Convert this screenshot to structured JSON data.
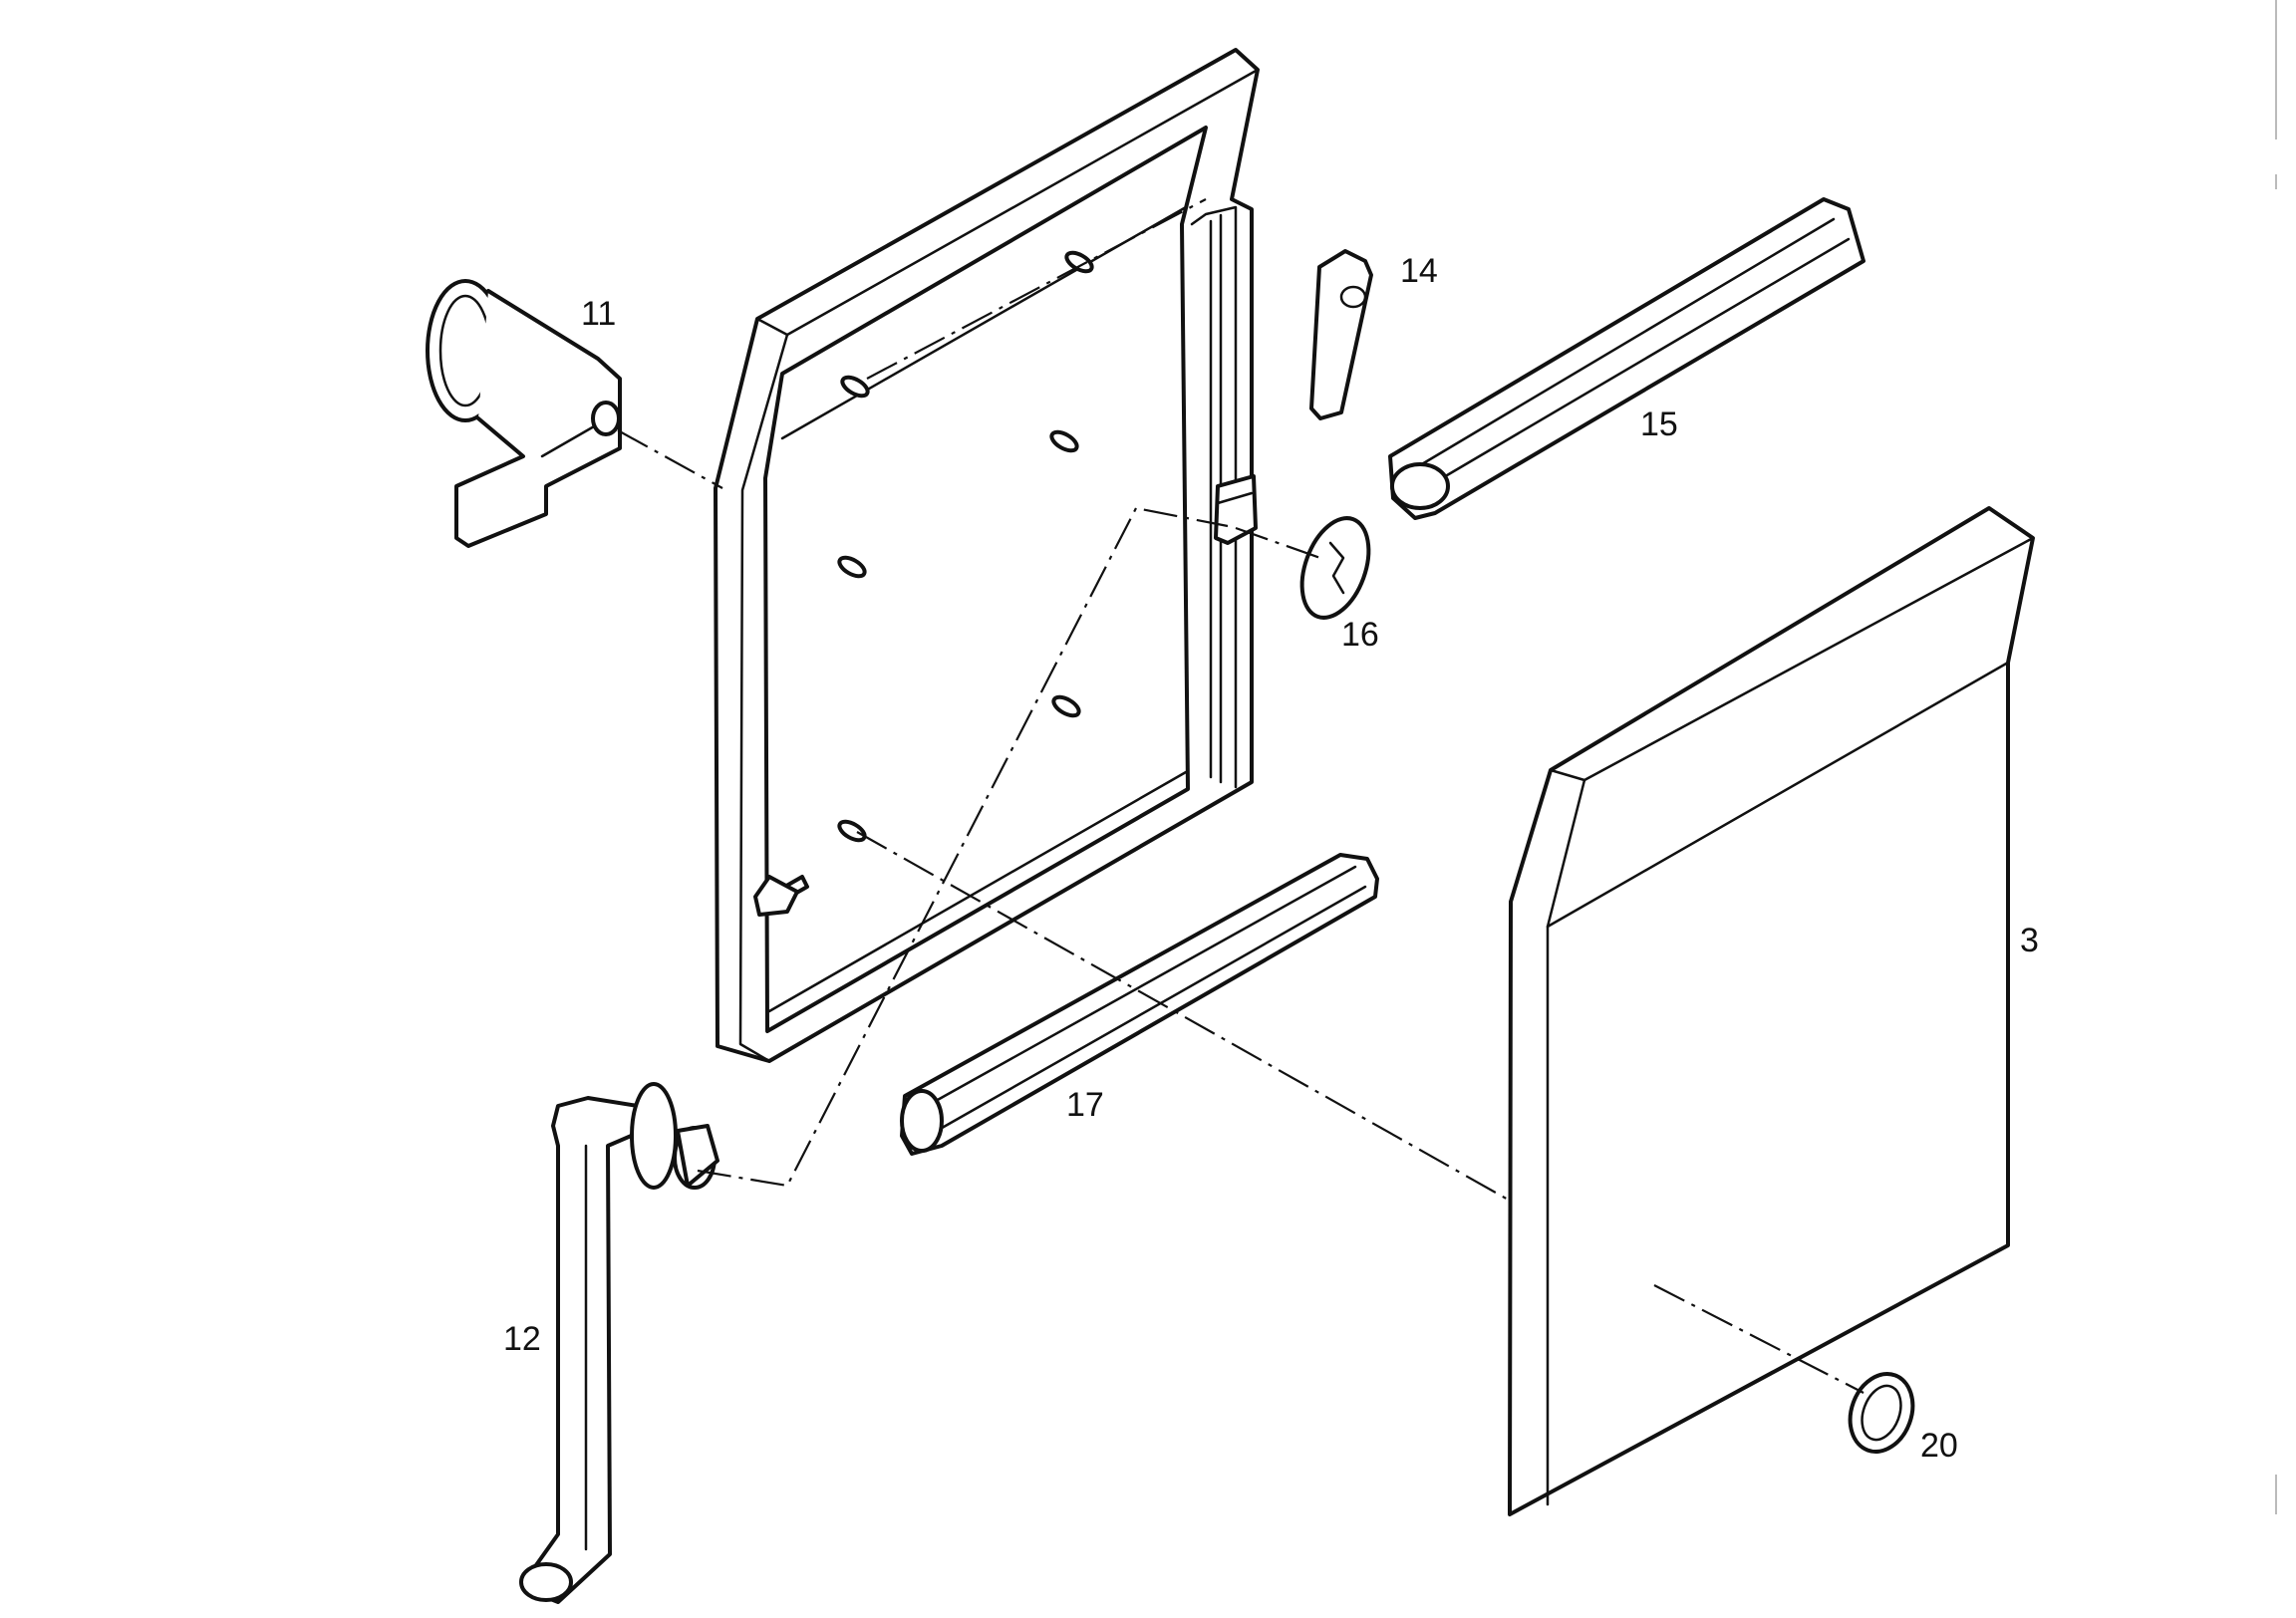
{
  "diagram": {
    "type": "exploded-parts-drawing",
    "callouts": {
      "c11": "11",
      "c14": "14",
      "c15": "15",
      "c16": "16",
      "c3": "3",
      "c17": "17",
      "c12": "12",
      "c20": "20"
    }
  },
  "colors": {
    "line": "#111111",
    "background": "#ffffff"
  }
}
